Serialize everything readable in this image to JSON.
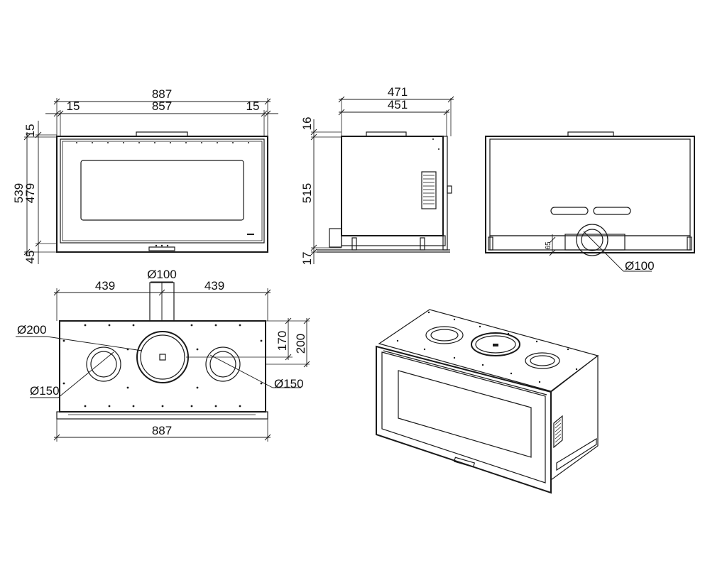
{
  "dimensions": {
    "front_total_width": "887",
    "front_side_left": "15",
    "front_inner_width": "857",
    "front_side_right": "15",
    "front_top_offset": "15",
    "front_total_height": "539",
    "front_inner_height": "479",
    "front_bottom_offset": "45",
    "side_total_depth": "471",
    "side_body_depth": "451",
    "side_top_offset": "16",
    "side_body_height": "515",
    "side_bottom_offset": "17",
    "rear_outlet_height": "65",
    "rear_outlet_diameter": "Ø100",
    "top_left_spacing": "439",
    "top_right_spacing": "439",
    "top_inlet_diameter": "Ø100",
    "top_main_flue": "Ø200",
    "top_left_outlet": "Ø150",
    "top_right_outlet": "Ø150",
    "top_depth_170": "170",
    "top_depth_200": "200",
    "top_total_width": "887"
  }
}
